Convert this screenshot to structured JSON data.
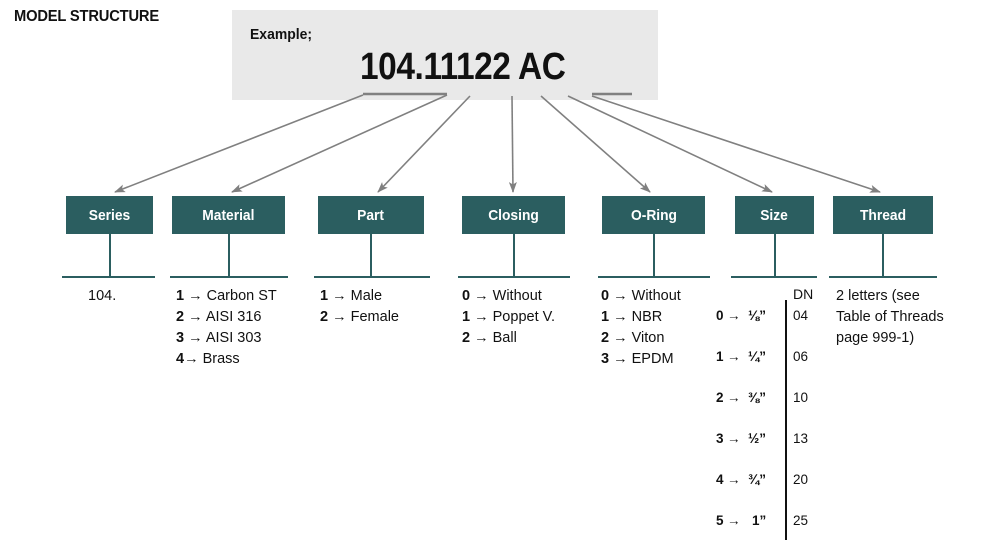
{
  "page": {
    "title": "MODEL STRUCTURE"
  },
  "example": {
    "label": "Example;",
    "code": "104.11122 AC"
  },
  "theme": {
    "box_color": "#2b5e60",
    "panel_color": "#e9e9e9",
    "arrow_color": "#808080",
    "text_color": "#111111"
  },
  "categories": [
    {
      "key": "series",
      "label": "Series"
    },
    {
      "key": "material",
      "label": "Material"
    },
    {
      "key": "part",
      "label": "Part"
    },
    {
      "key": "closing",
      "label": "Closing"
    },
    {
      "key": "oring",
      "label": "O-Ring"
    },
    {
      "key": "size",
      "label": "Size"
    },
    {
      "key": "thread",
      "label": "Thread"
    }
  ],
  "series": {
    "value": "104."
  },
  "material": {
    "options": [
      {
        "code": "1",
        "arrow": "→",
        "value": "Carbon ST"
      },
      {
        "code": "2",
        "arrow": "→",
        "value": "AISI 316"
      },
      {
        "code": "3",
        "arrow": "→",
        "value": "AISI 303"
      },
      {
        "code": "4",
        "arrow": "→",
        "value": "Brass"
      }
    ]
  },
  "part": {
    "options": [
      {
        "code": "1",
        "arrow": "→",
        "value": "Male"
      },
      {
        "code": "2",
        "arrow": "→",
        "value": "Female"
      }
    ]
  },
  "closing": {
    "options": [
      {
        "code": "0",
        "arrow": "→",
        "value": "Without"
      },
      {
        "code": "1",
        "arrow": "→",
        "value": "Poppet V."
      },
      {
        "code": "2",
        "arrow": "→",
        "value": "Ball"
      }
    ]
  },
  "oring": {
    "options": [
      {
        "code": "0",
        "arrow": "→",
        "value": "Without"
      },
      {
        "code": "1",
        "arrow": "→",
        "value": "NBR"
      },
      {
        "code": "2",
        "arrow": "→",
        "value": "Viton"
      },
      {
        "code": "3",
        "arrow": "→",
        "value": "EPDM"
      }
    ]
  },
  "size": {
    "dn_header": "DN",
    "options": [
      {
        "code": "0",
        "arrow": "→",
        "value": "⅛”",
        "dn": "04"
      },
      {
        "code": "1",
        "arrow": "→",
        "value": "¼”",
        "dn": "06"
      },
      {
        "code": "2",
        "arrow": "→",
        "value": "⅜”",
        "dn": "10"
      },
      {
        "code": "3",
        "arrow": "→",
        "value": "½”",
        "dn": "13"
      },
      {
        "code": "4",
        "arrow": "→",
        "value": "¾”",
        "dn": "20"
      },
      {
        "code": "5",
        "arrow": "→",
        "value": "1”",
        "dn": "25"
      }
    ]
  },
  "thread": {
    "note_lines": [
      "2 letters (see",
      "Table of Threads",
      "page 999-1)"
    ]
  }
}
